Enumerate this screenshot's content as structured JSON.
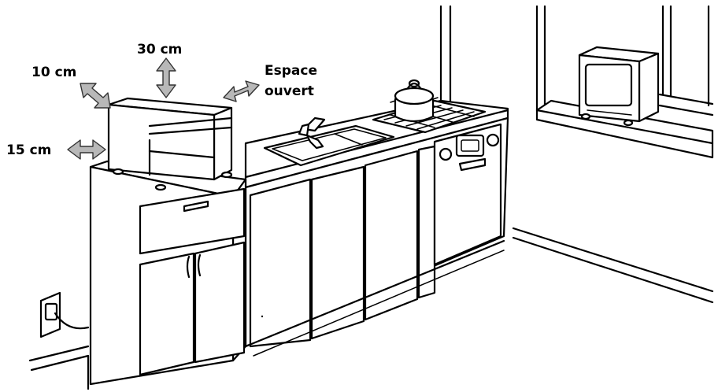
{
  "labels": {
    "top": "30 cm",
    "back": "10 cm",
    "side": "15 cm",
    "open_line1": "Espace",
    "open_line2": "ouvert"
  },
  "icons": {
    "top_arrow": "double-arrow-vertical-icon",
    "back_arrow": "double-arrow-diagonal-icon",
    "side_arrow": "double-arrow-horizontal-icon",
    "open_arrow": "double-arrow-diagonal-icon"
  },
  "colors": {
    "line": "#000000",
    "arrow_fill": "#b8b8b8",
    "background": "#ffffff"
  }
}
